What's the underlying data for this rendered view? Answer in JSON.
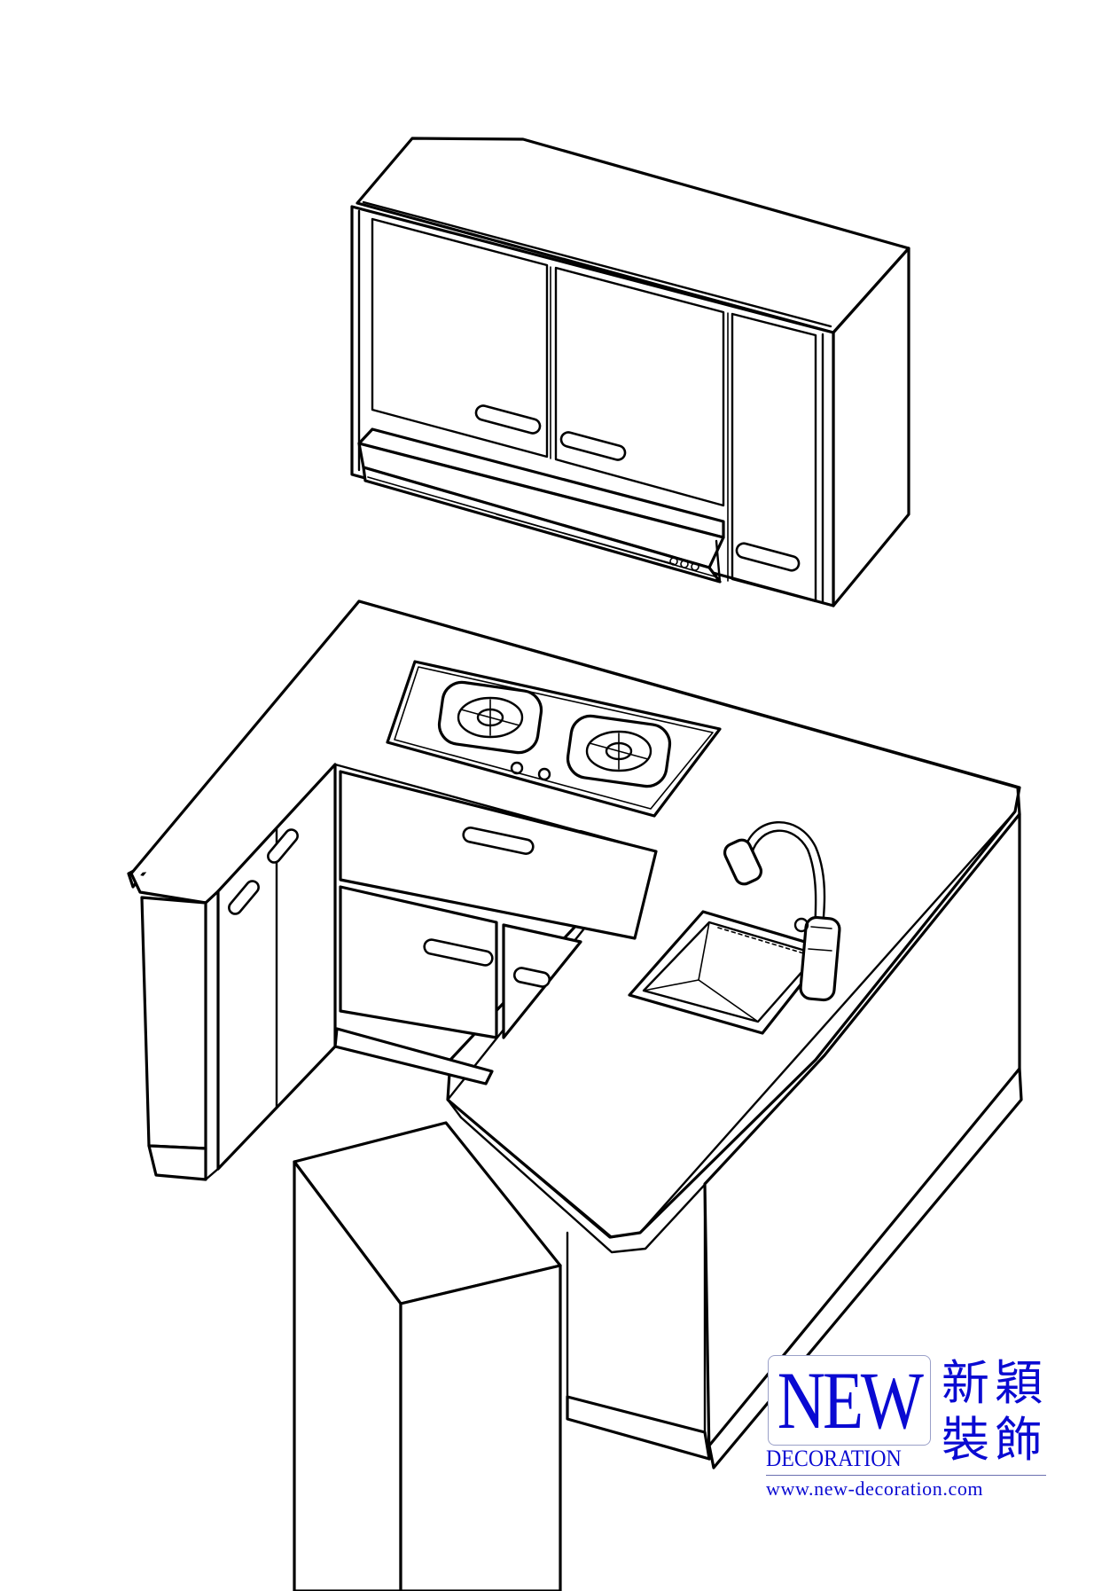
{
  "logo": {
    "wordmark": "NEW",
    "sub": "DECORATION",
    "chinese_line1": "新穎",
    "chinese_line2": "裝飾",
    "url": "www.new-decoration.com",
    "color": "#0a0ad2"
  },
  "icons": [
    "wall-cabinet",
    "range-hood",
    "gas-hob",
    "sink",
    "faucet",
    "base-cabinet",
    "counter",
    "stool"
  ]
}
